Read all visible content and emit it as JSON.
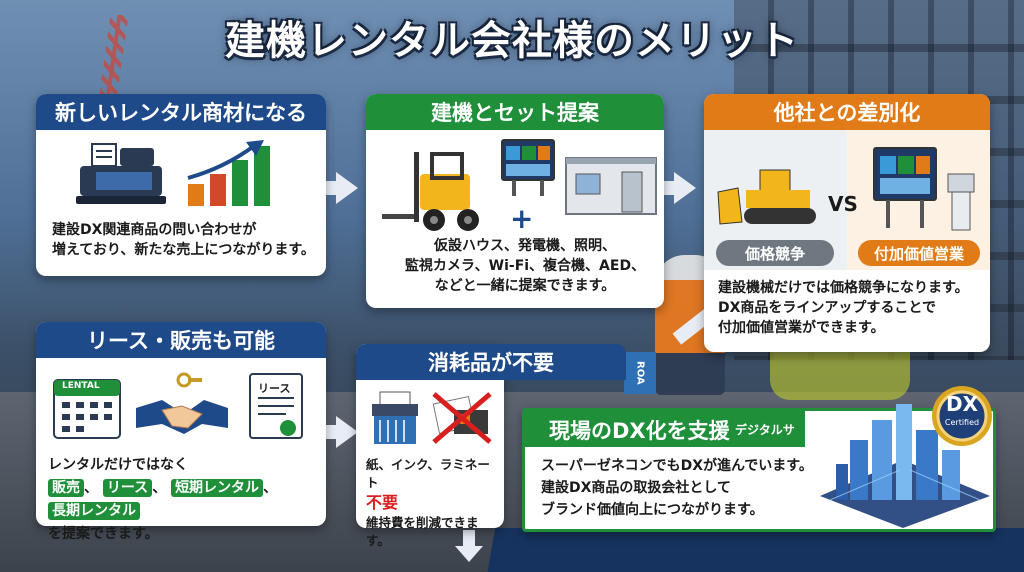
{
  "title": "建機レンタル会社様のメリット",
  "card1": {
    "heading": "新しいレンタル商材になる",
    "line1": "建設DX関連商品の問い合わせが",
    "line2": "増えており、新たな売上につながります。"
  },
  "card2": {
    "heading": "建機とセット提案",
    "line1": "仮設ハウス、発電機、照明、",
    "line2": "監視カメラ、Wi-Fi、複合機、AED、",
    "line3": "などと一緒に提案できます。",
    "plus": "+"
  },
  "card3": {
    "heading": "他社との差別化",
    "vs": "VS",
    "pill_left": "価格競争",
    "pill_right": "付加価値営業",
    "line1": "建設機械だけでは価格競争になります。",
    "line2": "DX商品をラインアップすることで",
    "line3": "付加価値営業ができます。"
  },
  "card4": {
    "heading": "リース・販売も可能",
    "calendar_label": "LENTAL",
    "doc_label": "リース",
    "line1": "レンタルだけではなく",
    "chips": [
      "販売",
      "リース",
      "短期レンタル",
      "長期レンタル"
    ],
    "line3": "を提案できます。"
  },
  "card5": {
    "heading": "消耗品が不要",
    "line1": "紙、インク、ラミネート",
    "highlight": "不要",
    "line3": "維持費を削減できます。"
  },
  "card6": {
    "heading": "現場のDX化を支援",
    "tag": "デジタルサ",
    "line1": "スーパーゼネコンでもDXが進んでいます。",
    "line2": "建設DX商品の取扱会社として",
    "line3": "ブランド価値向上につながります。"
  },
  "badge": {
    "main": "DX",
    "sub": "Certified"
  },
  "down_arrow_label": "ROA",
  "colors": {
    "navy": "#1f4a8a",
    "green": "#1f8f3a",
    "orange": "#e07b18",
    "red": "#d81f1f"
  }
}
